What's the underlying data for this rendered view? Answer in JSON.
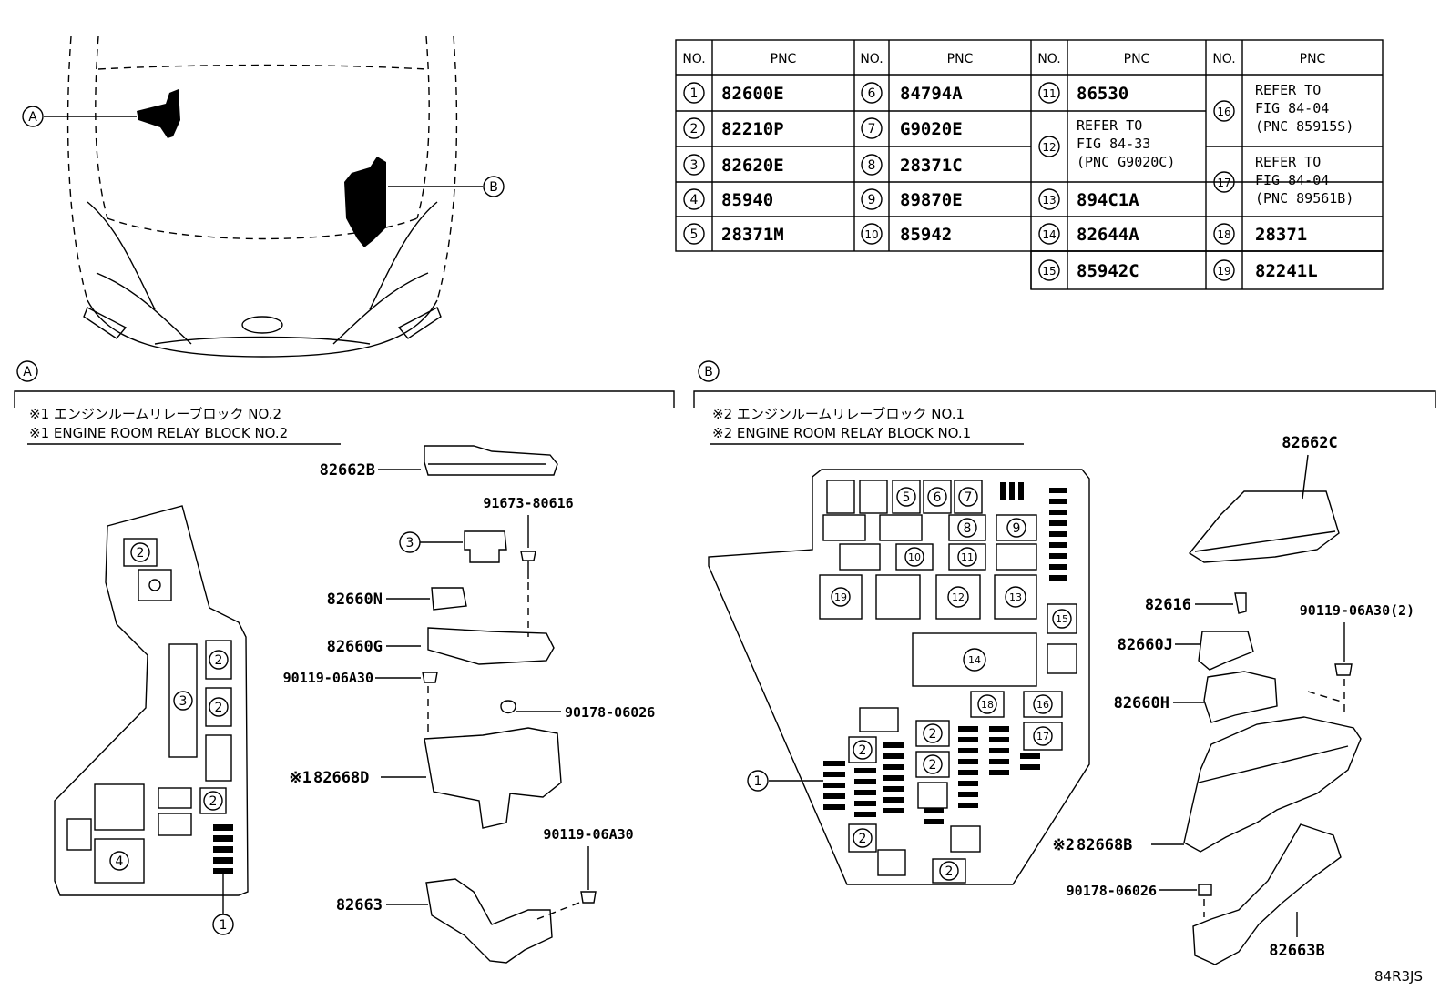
{
  "views": {
    "a": "A",
    "b": "B"
  },
  "table": {
    "col_no": "NO.",
    "col_pnc": "PNC",
    "rows": {
      "r1": {
        "no": "1",
        "pnc": "82600E"
      },
      "r2": {
        "no": "2",
        "pnc": "82210P"
      },
      "r3": {
        "no": "3",
        "pnc": "82620E"
      },
      "r4": {
        "no": "4",
        "pnc": "85940"
      },
      "r5": {
        "no": "5",
        "pnc": "28371M"
      },
      "r6": {
        "no": "6",
        "pnc": "84794A"
      },
      "r7": {
        "no": "7",
        "pnc": "G9020E"
      },
      "r8": {
        "no": "8",
        "pnc": "28371C"
      },
      "r9": {
        "no": "9",
        "pnc": "89870E"
      },
      "r10": {
        "no": "10",
        "pnc": "85942"
      },
      "r11": {
        "no": "11",
        "pnc": "86530"
      },
      "r12": {
        "no": "12",
        "l1": "REFER TO",
        "l2": "FIG 84-33",
        "l3": "(PNC G9020C)"
      },
      "r13": {
        "no": "13",
        "pnc": "894C1A"
      },
      "r14": {
        "no": "14",
        "pnc": "82644A"
      },
      "r15": {
        "no": "15",
        "pnc": "85942C"
      },
      "r16": {
        "no": "16",
        "l1": "REFER TO",
        "l2": "FIG 84-04",
        "l3": "(PNC 85915S)"
      },
      "r17": {
        "no": "17",
        "l1": "REFER TO",
        "l2": "FIG 84-04",
        "l3": "(PNC 89561B)"
      },
      "r18": {
        "no": "18",
        "pnc": "28371"
      },
      "r19": {
        "no": "19",
        "pnc": "82241L"
      }
    }
  },
  "section_a": {
    "caption_jp": "※1 エンジンルームリレーブロック NO.2",
    "caption_en": "※1 ENGINE ROOM RELAY BLOCK NO.2",
    "block": {
      "c2": "2",
      "c3": "3",
      "c4": "4",
      "c1": "1"
    },
    "parts": {
      "p1": "82662B",
      "p2": "91673-80616",
      "p3_callout": "3",
      "p4": "82660N",
      "p5": "82660G",
      "p6": "90119-06A30",
      "p7": "90178-06026",
      "p8_prefix": "※1",
      "p8": "82668D",
      "p9": "90119-06A30",
      "p10": "82663"
    }
  },
  "section_b": {
    "caption_jp": "※2 エンジンルームリレーブロック NO.1",
    "caption_en": "※2 ENGINE ROOM RELAY BLOCK NO.1",
    "block": {
      "c1": "1",
      "c2": "2",
      "c5": "5",
      "c6": "6",
      "c7": "7",
      "c8": "8",
      "c9": "9",
      "c10": "10",
      "c11": "11",
      "c12": "12",
      "c13": "13",
      "c14": "14",
      "c15": "15",
      "c16": "16",
      "c17": "17",
      "c18": "18",
      "c19": "19"
    },
    "parts": {
      "p1": "82662C",
      "p2": "82616",
      "p3": "90119-06A30(2)",
      "p4": "82660J",
      "p5": "82660H",
      "p6_prefix": "※2",
      "p6": "82668B",
      "p7": "90178-06026",
      "p8": "82663B"
    }
  },
  "figure_code": "84R3JS"
}
